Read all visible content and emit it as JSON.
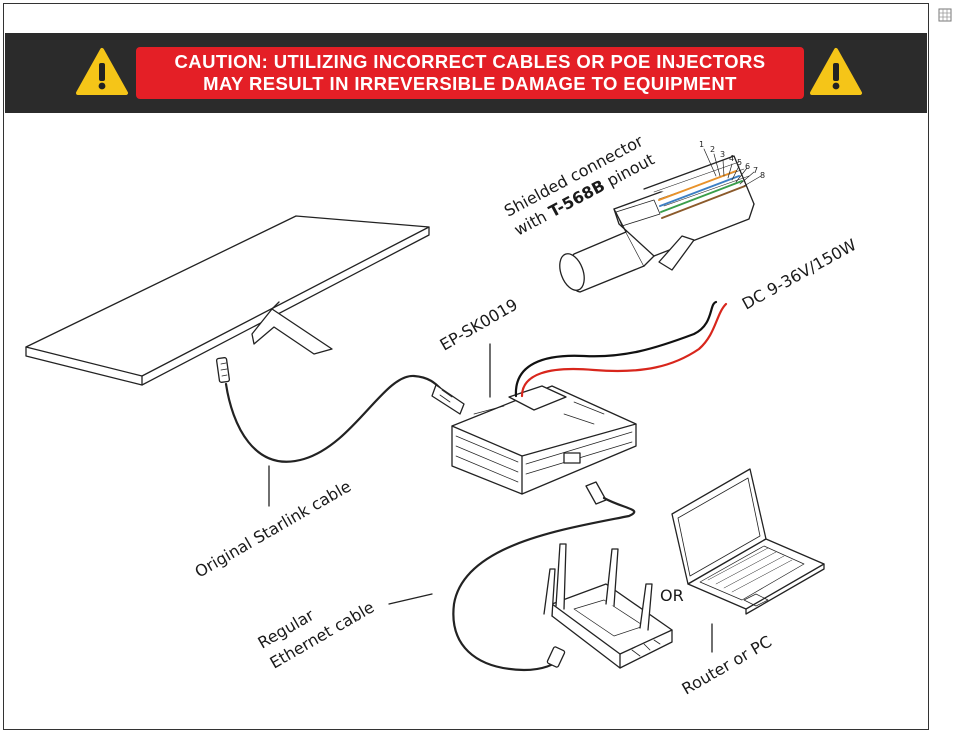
{
  "banner": {
    "line1": "CAUTION: UTILIZING INCORRECT CABLES OR POE INJECTORS",
    "line2": "MAY RESULT IN IRREVERSIBLE DAMAGE TO EQUIPMENT",
    "colors": {
      "band": "#2b2b2b",
      "alert": "#e41f26",
      "warning_yellow": "#f5c518"
    },
    "icons": [
      "warning-triangle-icon",
      "warning-triangle-icon"
    ]
  },
  "diagram": {
    "connector_label_prefix": "Shielded connector",
    "connector_label_with": "with ",
    "connector_label_bold": "T-568B",
    "connector_label_suffix": " pinout",
    "pin_numbers": [
      "1",
      "2",
      "3",
      "4",
      "5",
      "6",
      "7",
      "8"
    ],
    "device_label": "EP-SK0019",
    "power_label": "DC 9-36V/150W",
    "starlink_cable_label": "Original Starlink cable",
    "ethernet_line1": "Regular",
    "ethernet_line2": "Ethernet cable",
    "or_label": "OR",
    "router_label": "Router or PC",
    "wire_colors": {
      "positive": "#d8261c",
      "negative": "#111111"
    }
  }
}
